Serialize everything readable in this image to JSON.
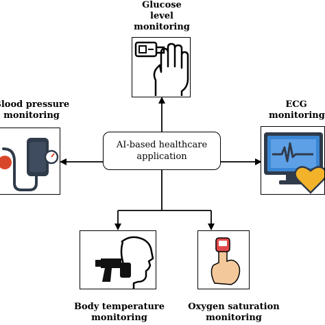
{
  "center": {
    "label": "AI-based healthcare\napplication"
  },
  "nodes": {
    "glucose": {
      "label": "Glucose\nlevel\nmonitoring",
      "icon": "glucose-meter-hand-icon"
    },
    "blood_pressure": {
      "label": "Blood pressure\nmonitoring",
      "icon": "blood-pressure-cuff-icon"
    },
    "ecg": {
      "label": "ECG\nmonitoring",
      "icon": "ecg-monitor-heart-icon"
    },
    "body_temperature": {
      "label": "Body temperature\nmonitoring",
      "icon": "thermometer-gun-face-icon"
    },
    "oxygen": {
      "label": "Oxygen saturation\nmonitoring",
      "icon": "pulse-oximeter-finger-icon"
    }
  },
  "colors": {
    "line": "#000000",
    "ecg_screen": "#3a86d4",
    "heart": "#f2b32a",
    "bp_red": "#d9472b",
    "bp_dark": "#2f3a4a",
    "oximeter_red": "#e0484b",
    "finger_skin": "#f3c89a"
  }
}
